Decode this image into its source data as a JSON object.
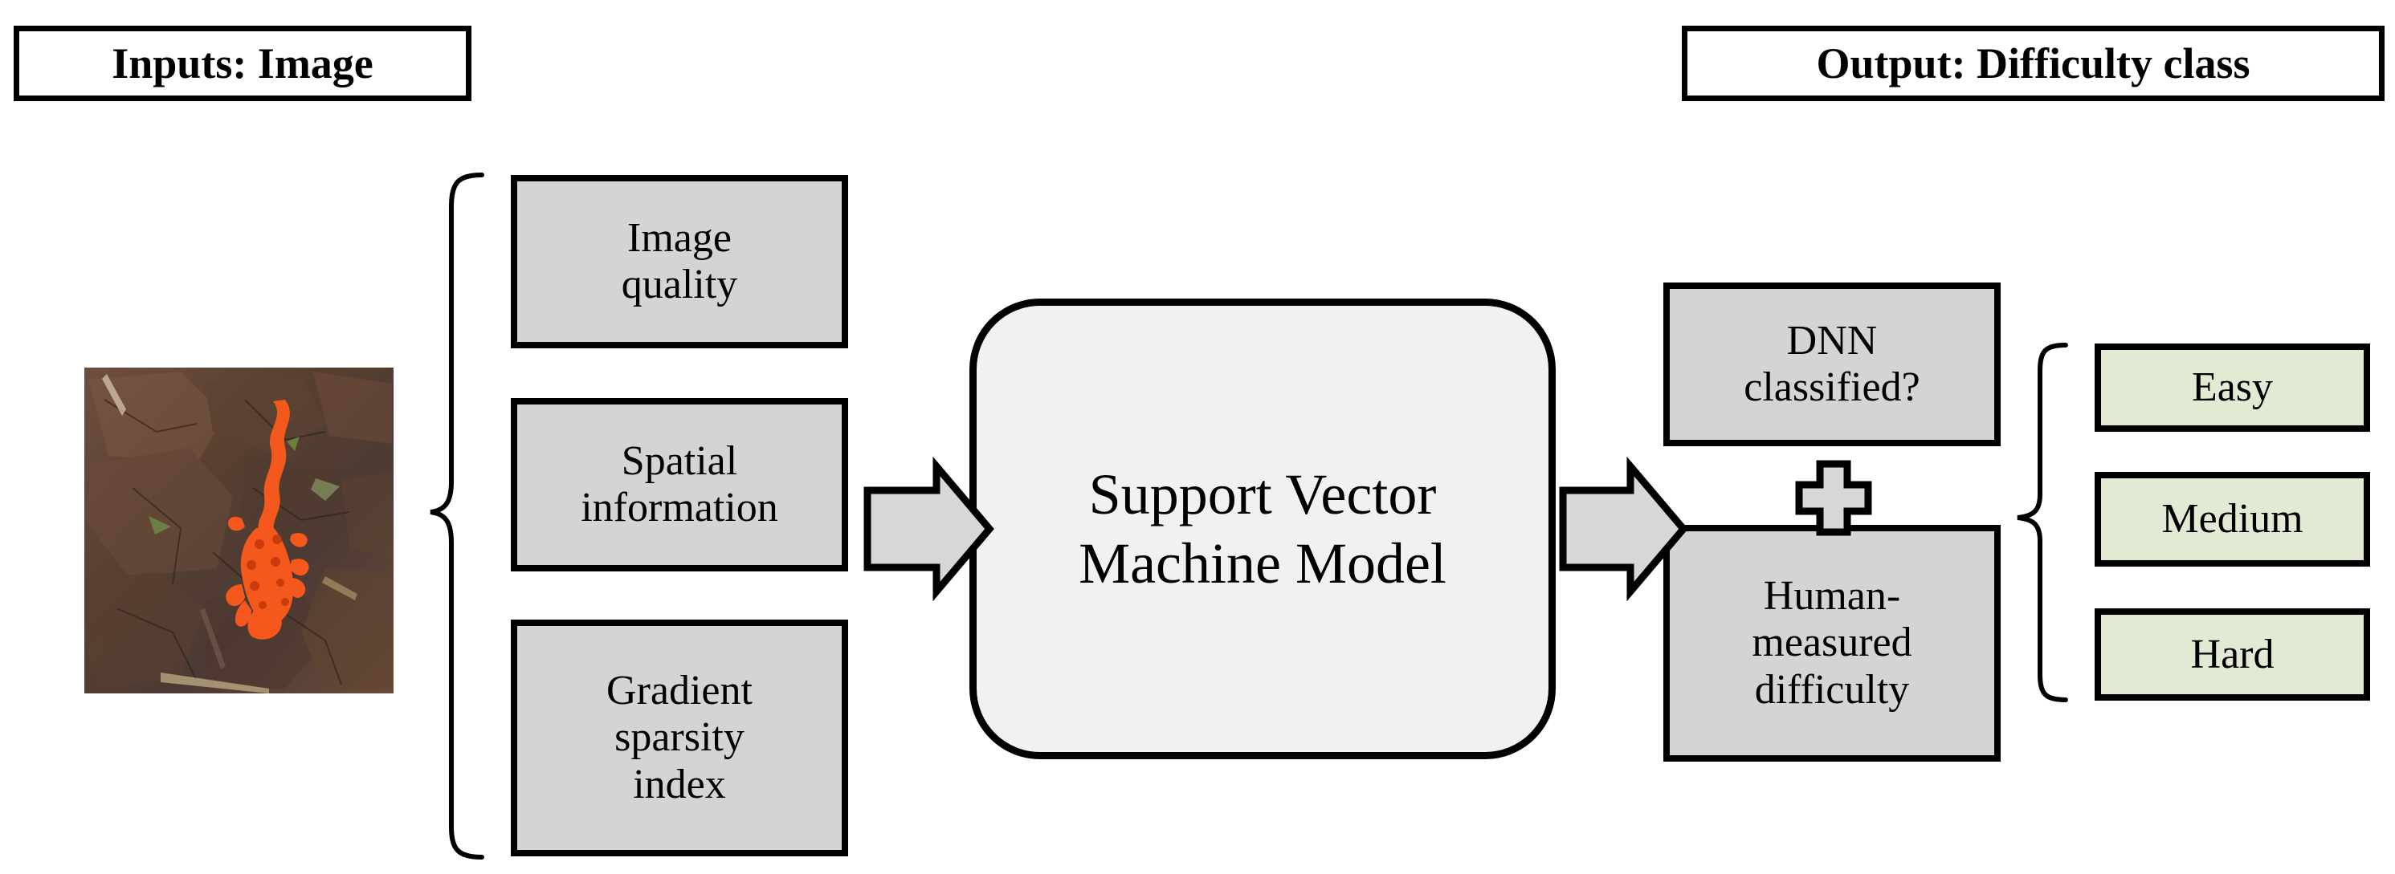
{
  "diagram": {
    "title": "Support Vector Machine difficulty-class prediction pipeline",
    "headers": {
      "inputs": "Inputs: Image",
      "output": "Output: Difficulty class"
    },
    "input_photo": {
      "name": "red-eft-newt-on-wet-leaves",
      "description": "Orange red eft newt on brown wet forest leaf litter"
    },
    "input_features": [
      {
        "id": "image-quality",
        "label": "Image\nquality",
        "line1": "Image",
        "line2": "quality",
        "line3": ""
      },
      {
        "id": "spatial-information",
        "label": "Spatial\ninformation",
        "line1": "Spatial",
        "line2": "information",
        "line3": ""
      },
      {
        "id": "gradient-sparsity-index",
        "label": "Gradient\nsparsity\nindex",
        "line1": "Gradient",
        "line2": "sparsity",
        "line3": "index"
      }
    ],
    "model": {
      "id": "support-vector-machine-model",
      "line1": "Support Vector",
      "line2": "Machine Model"
    },
    "targets": [
      {
        "id": "dnn-classified",
        "line1": "DNN",
        "line2": "classified?",
        "line3": ""
      },
      {
        "id": "human-measured-difficulty",
        "line1": "Human-",
        "line2": "measured",
        "line3": "difficulty"
      }
    ],
    "combiner": {
      "id": "plus-operator",
      "symbol": "+"
    },
    "classes": [
      {
        "id": "easy",
        "label": "Easy"
      },
      {
        "id": "medium",
        "label": "Medium"
      },
      {
        "id": "hard",
        "label": "Hard"
      }
    ],
    "connectors": [
      {
        "id": "features-to-model",
        "type": "block-arrow",
        "direction": "right"
      },
      {
        "id": "model-to-targets",
        "type": "block-arrow",
        "direction": "right"
      },
      {
        "id": "input-group-brace",
        "type": "curly-brace",
        "orientation": "left-pointing"
      },
      {
        "id": "output-group-brace",
        "type": "curly-brace",
        "orientation": "left-pointing"
      }
    ],
    "colors": {
      "feature_box_fill": "#d4d4d4",
      "class_box_fill": "#e2ead4",
      "model_fill": "#f1f1f1",
      "arrow_fill": "#d7d7d7",
      "stroke": "#000000",
      "page_background": "#ffffff"
    }
  }
}
